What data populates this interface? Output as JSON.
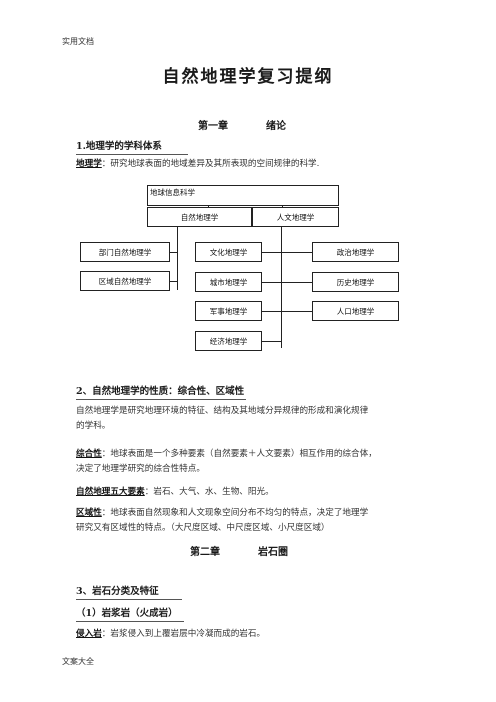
{
  "header": {
    "top_label": "实用文档"
  },
  "footer": {
    "bottom_label": "文案大全"
  },
  "doc": {
    "title": "自然地理学复习提纲",
    "chapter1": {
      "num": "第一章",
      "name": "绪论"
    },
    "sec1": {
      "heading": "1.地理学的学科体系"
    },
    "def_geo": {
      "term": "地理学",
      "text": "：研究地球表面的地域差异及其所表现的空间规律的科学."
    },
    "diagram": {
      "root": "地球信息科学",
      "natural": "自然地理学",
      "human": "人文地理学",
      "dept": "部门自然地理学",
      "region": "区域自然地理学",
      "culture": "文化地理学",
      "politics": "政治地理学",
      "city": "城市地理学",
      "history": "历史地理学",
      "military": "军事地理学",
      "population": "人口地理学",
      "economy": "经济地理学"
    },
    "sec2": {
      "heading": "2、自然地理学的性质：综合性、区域性"
    },
    "p1": {
      "line1": "自然地理学是研究地理环境的特征、结构及其地域分异规律的形成和演化规律",
      "line2": "的学科。"
    },
    "p2": {
      "term": "综合性",
      "line1": "：地球表面是一个多种要素（自然要素＋人文要素）相互作用的综合体，",
      "line2": "决定了地理学研究的综合性特点。"
    },
    "p3": {
      "term": "自然地理五大要素",
      "text": "：岩石、大气、水、生物、阳光。"
    },
    "p4": {
      "term": "区域性",
      "line1": "：地球表面自然现象和人文现象空间分布不均匀的特点，决定了地理学",
      "line2": "研究又有区域性的特点。（大尺度区域、中尺度区域、小尺度区域）"
    },
    "chapter2": {
      "num": "第二章",
      "name": "岩石圈"
    },
    "sec3": {
      "heading": "3、岩石分类及特征"
    },
    "sub1": {
      "heading": "（1）岩浆岩（火成岩）"
    },
    "p5": {
      "term": "侵入岩",
      "text": "：岩浆侵入到上覆岩层中冷凝而成的岩石。"
    }
  }
}
